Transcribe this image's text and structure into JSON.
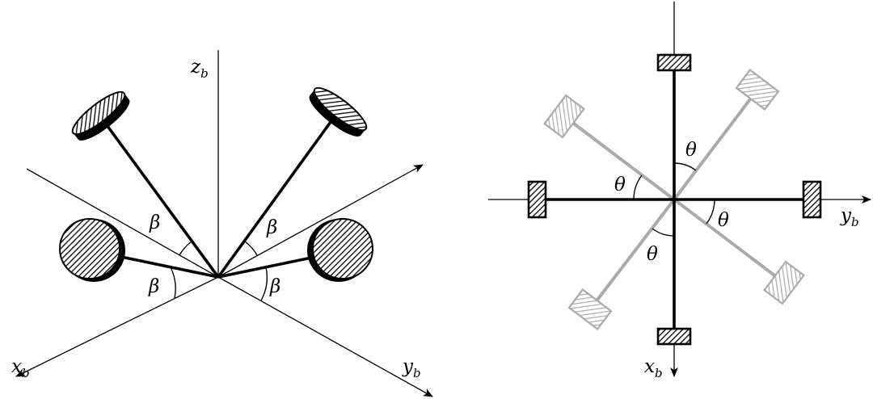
{
  "colors": {
    "ink": "#000000",
    "tilted": "#aaaaaa",
    "background": "#ffffff"
  },
  "left_view": {
    "axis_z": {
      "base": "z",
      "sub": "b"
    },
    "axis_x": {
      "base": "x",
      "sub": "b"
    },
    "axis_y": {
      "base": "y",
      "sub": "b"
    },
    "angle_label": "β",
    "rotor_count": 4
  },
  "right_view": {
    "axis_x": {
      "base": "x",
      "sub": "b"
    },
    "axis_y": {
      "base": "y",
      "sub": "b"
    },
    "angle_label": "θ",
    "upright_arms": 4,
    "tilted_arms": 4
  }
}
